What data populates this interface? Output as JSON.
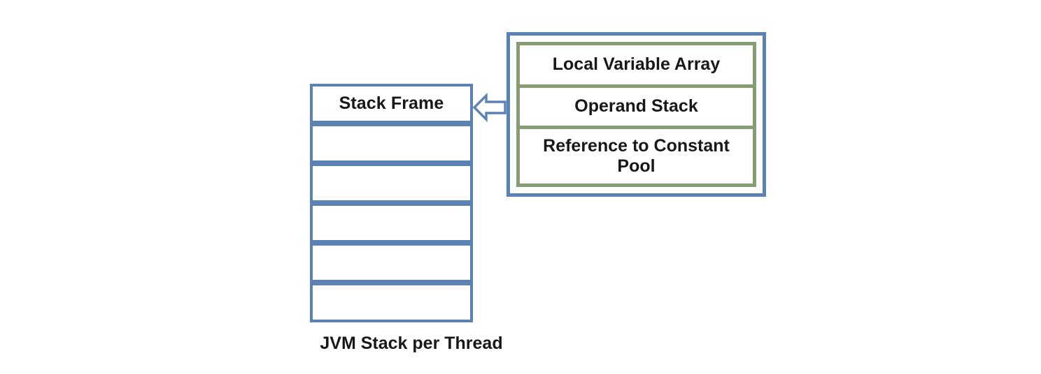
{
  "diagram": {
    "title": "JVM Stack per Thread",
    "background_color": "#ffffff",
    "colors": {
      "blue_border": "#5b82b4",
      "green_border": "#869c72",
      "text": "#17181a",
      "cell_fill": "#ffffff"
    },
    "stack": {
      "caption": "JVM Stack per Thread",
      "cells": [
        {
          "label": "Stack Frame",
          "empty": false
        },
        {
          "label": "",
          "empty": true
        },
        {
          "label": "",
          "empty": true
        },
        {
          "label": "",
          "empty": true
        },
        {
          "label": "",
          "empty": true
        },
        {
          "label": "",
          "empty": true
        }
      ]
    },
    "connector": {
      "icon": "arrow-left-icon",
      "direction": "left",
      "from": "stack-frame-detail-panel",
      "to": "stack-frame-cell"
    },
    "frame_detail": {
      "rows": [
        {
          "label": "Local Variable Array"
        },
        {
          "label": "Operand Stack"
        },
        {
          "label": "Reference to Constant Pool"
        }
      ]
    }
  }
}
